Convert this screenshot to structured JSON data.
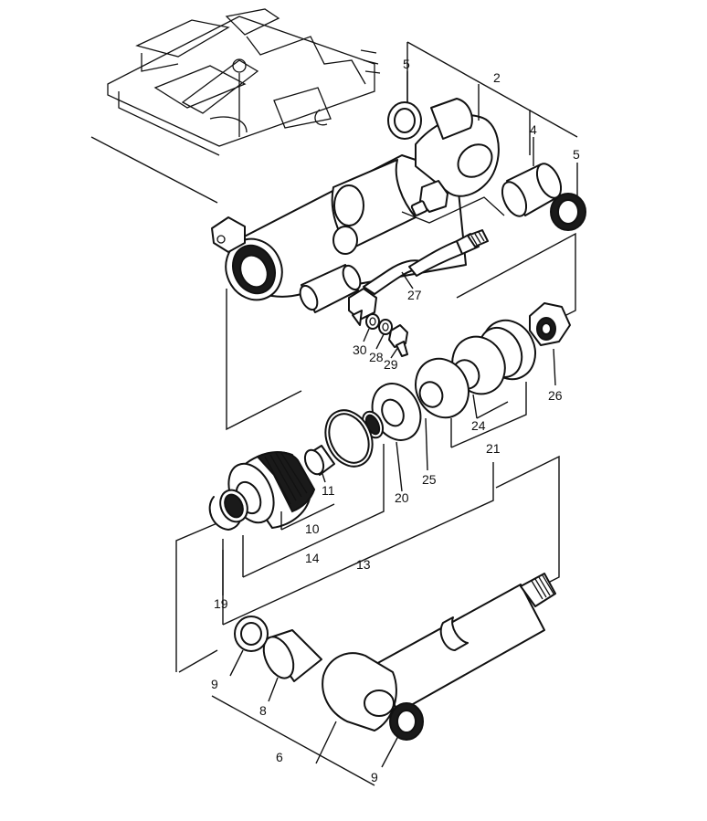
{
  "callouts": [
    {
      "id": "c-2",
      "text": "2"
    },
    {
      "id": "c-4",
      "text": "4"
    },
    {
      "id": "c-5a",
      "text": "5"
    },
    {
      "id": "c-5b",
      "text": "5"
    },
    {
      "id": "c-27",
      "text": "27"
    },
    {
      "id": "c-30",
      "text": "30"
    },
    {
      "id": "c-28",
      "text": "28"
    },
    {
      "id": "c-29",
      "text": "29"
    },
    {
      "id": "c-26",
      "text": "26"
    },
    {
      "id": "c-24",
      "text": "24"
    },
    {
      "id": "c-21",
      "text": "21"
    },
    {
      "id": "c-25",
      "text": "25"
    },
    {
      "id": "c-20",
      "text": "20"
    },
    {
      "id": "c-11",
      "text": "11"
    },
    {
      "id": "c-10",
      "text": "10"
    },
    {
      "id": "c-14",
      "text": "14"
    },
    {
      "id": "c-13",
      "text": "13"
    },
    {
      "id": "c-19",
      "text": "19"
    },
    {
      "id": "c-9a",
      "text": "9"
    },
    {
      "id": "c-8",
      "text": "8"
    },
    {
      "id": "c-6",
      "text": "6"
    },
    {
      "id": "c-9b",
      "text": "9"
    }
  ]
}
